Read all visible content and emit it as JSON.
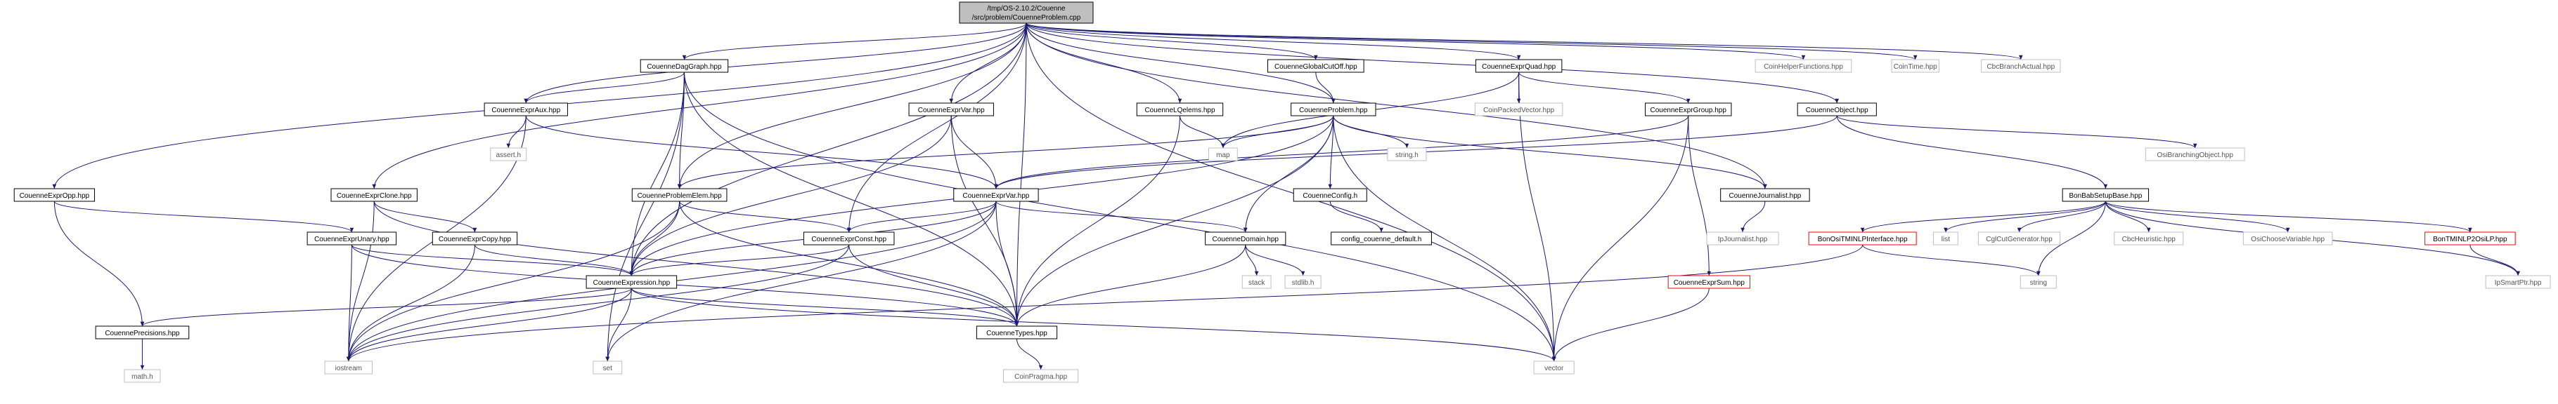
{
  "diagram": {
    "root": {
      "line1": "/tmp/OS-2.10.2/Couenne",
      "line2": "/src/problem/CouenneProblem.cpp"
    },
    "nodes": {
      "CouenneDagGraph": "CouenneDagGraph.hpp",
      "CouenneExprAux": "CouenneExprAux.hpp",
      "CouenneExprVarFile": "CouenneExprVar.hpp",
      "CouenneGlobalCutOff": "CouenneGlobalCutOff.hpp",
      "CouenneExprQuad": "CouenneExprQuad.hpp",
      "CouenneLQelems": "CouenneLQelems.hpp",
      "CouenneProblem": "CouenneProblem.hpp",
      "CouenneExprGroup": "CouenneExprGroup.hpp",
      "CouenneObject": "CouenneObject.hpp",
      "CouenneExprOpp": "CouenneExprOpp.hpp",
      "CouenneExprClone": "CouenneExprClone.hpp",
      "CouenneProblemElem": "CouenneProblemElem.hpp",
      "CouenneExprVar": "CouenneExprVar.hpp",
      "CouenneConfig": "CouenneConfig.h",
      "CouenneJournalist": "CouenneJournalist.hpp",
      "BonBabSetupBase": "BonBabSetupBase.hpp",
      "CouenneExprUnary": "CouenneExprUnary.hpp",
      "CouenneExprCopy": "CouenneExprCopy.hpp",
      "CouenneExprConst": "CouenneExprConst.hpp",
      "CouenneDomain": "CouenneDomain.hpp",
      "config_couenne_default": "config_couenne_default.h",
      "BonOsiTMINLPInterface": "BonOsiTMINLPInterface.hpp",
      "BonTMINLP2OsiLP": "BonTMINLP2OsiLP.hpp",
      "CouenneExpression": "CouenneExpression.hpp",
      "CouenneExprSum": "CouenneExprSum.hpp",
      "CouennePrecisions": "CouennePrecisions.hpp",
      "CouenneTypes": "CouenneTypes.hpp",
      "CoinHelperFunctions": "CoinHelperFunctions.hpp",
      "CoinTime": "CoinTime.hpp",
      "CbcBranchActual": "CbcBranchActual.hpp",
      "CoinPackedVector": "CoinPackedVector.hpp",
      "assert": "assert.h",
      "map": "map",
      "string_h": "string.h",
      "OsiBranchingObject": "OsiBranchingObject.hpp",
      "IpJournalist": "IpJournalist.hpp",
      "list": "list",
      "CglCutGenerator": "CglCutGenerator.hpp",
      "CbcHeuristic": "CbcHeuristic.hpp",
      "OsiChooseVariable": "OsiChooseVariable.hpp",
      "stack": "stack",
      "stdlib": "stdlib.h",
      "string": "string",
      "IpSmartPtr": "IpSmartPtr.hpp",
      "iostream": "iostream",
      "set": "set",
      "vector": "vector",
      "math": "math.h",
      "CoinPragma": "CoinPragma.hpp"
    }
  }
}
